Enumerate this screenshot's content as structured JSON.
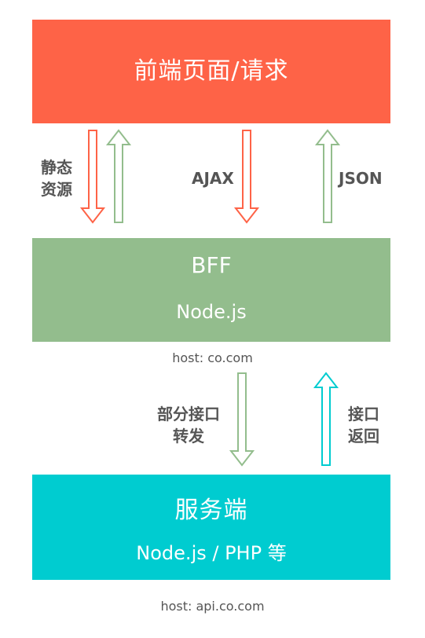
{
  "frontend": {
    "title": "前端页面/请求"
  },
  "bff": {
    "title": "BFF",
    "subtitle": "Node.js",
    "host": "host: co.com"
  },
  "server": {
    "title": "服务端",
    "subtitle": "Node.js / PHP 等",
    "host": "host: api.co.com"
  },
  "labels": {
    "static_resources": [
      "静态",
      "资源"
    ],
    "ajax": "AJAX",
    "json": "JSON",
    "partial_forward": [
      "部分接口",
      "转发"
    ],
    "api_return": [
      "接口",
      "返回"
    ]
  },
  "colors": {
    "frontend": "#fe6347",
    "bff": "#93bd8d",
    "server": "#00ccd0",
    "arrow_down_red": "#fe6347",
    "arrow_up_green": "#93bd8d",
    "arrow_up_cyan": "#00ccd0"
  }
}
